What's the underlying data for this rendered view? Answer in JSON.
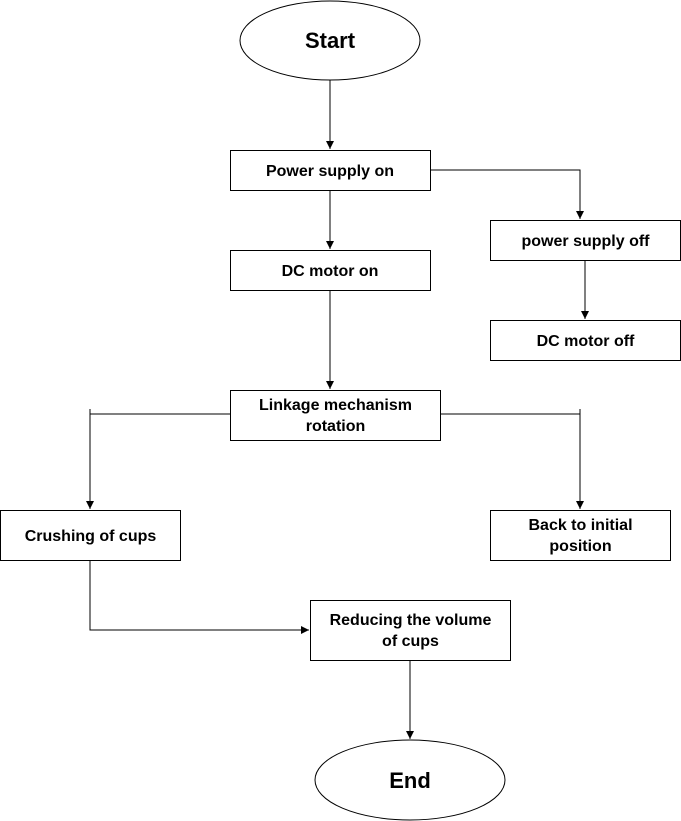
{
  "nodes": {
    "start": {
      "lines": [
        "Start"
      ]
    },
    "power_on": {
      "lines": [
        "Power supply on"
      ]
    },
    "power_off": {
      "lines": [
        "power supply off"
      ]
    },
    "dc_on": {
      "lines": [
        "DC motor on"
      ]
    },
    "dc_off": {
      "lines": [
        "DC motor off"
      ]
    },
    "linkage": {
      "lines": [
        "Linkage mechanism",
        "rotation"
      ]
    },
    "crushing": {
      "lines": [
        "Crushing of cups"
      ]
    },
    "back": {
      "lines": [
        "Back to initial",
        "position"
      ]
    },
    "reducing": {
      "lines": [
        "Reducing the volume",
        "of cups"
      ]
    },
    "end": {
      "lines": [
        "End"
      ]
    }
  }
}
